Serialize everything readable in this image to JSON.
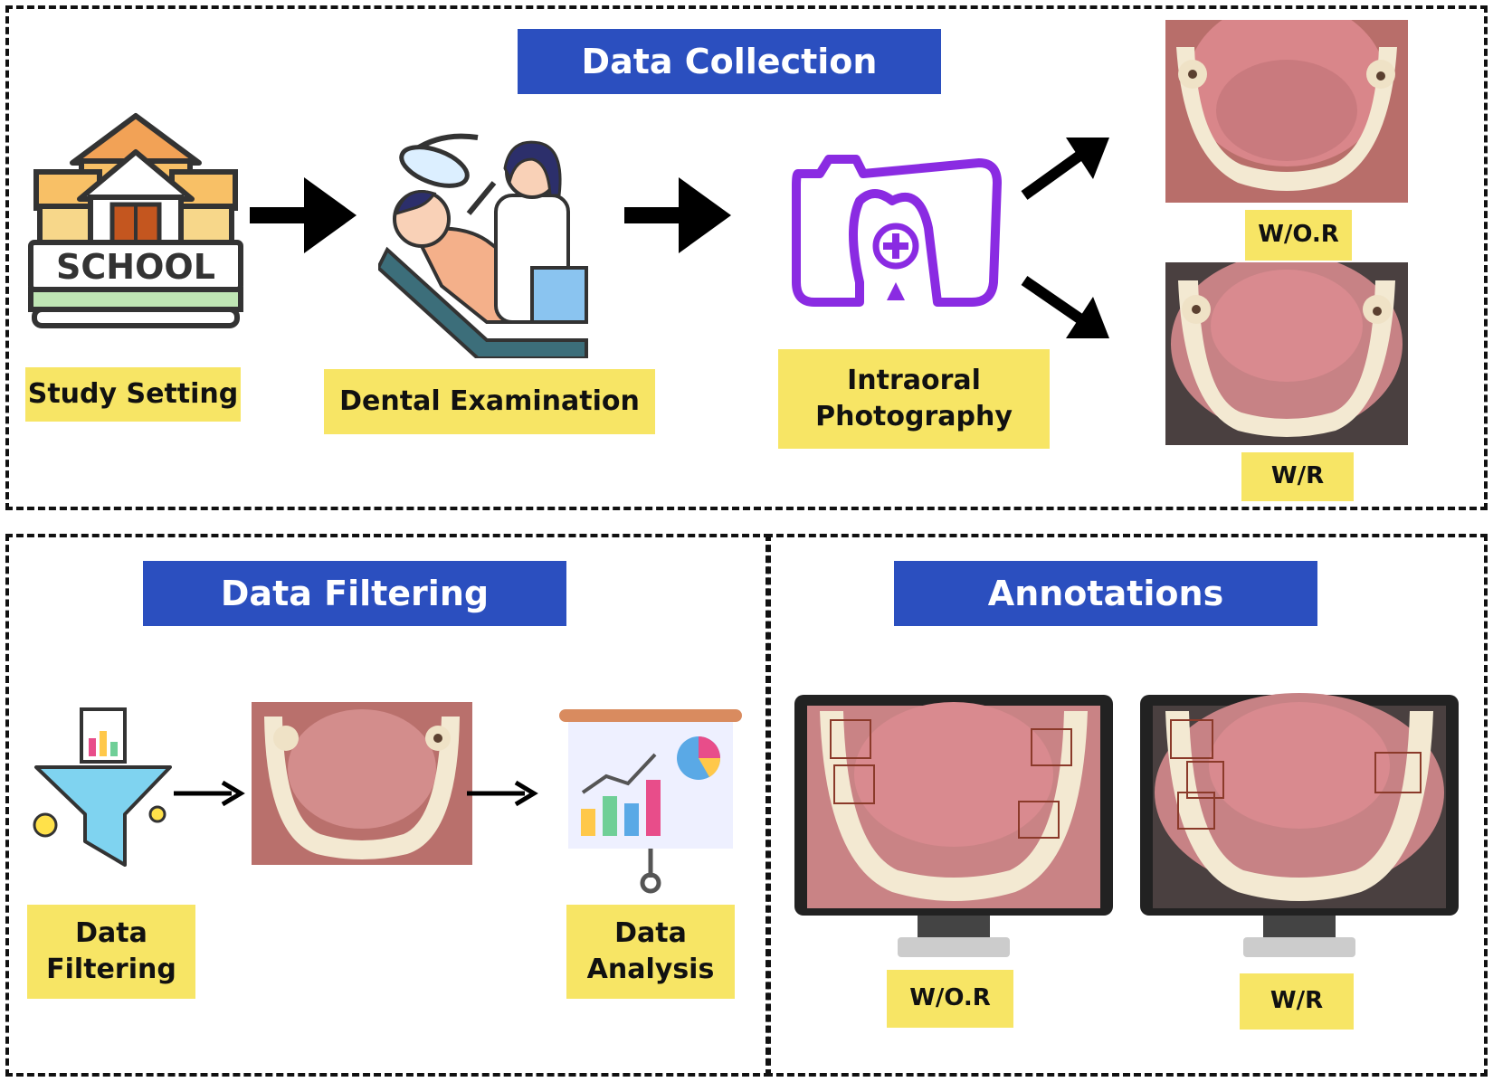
{
  "top_panel": {
    "title": "Data Collection",
    "steps": [
      {
        "label": "Study Setting"
      },
      {
        "label": "Dental Examination"
      },
      {
        "label_line1": "Intraoral",
        "label_line2": "Photography"
      }
    ],
    "photos": [
      {
        "label": "W/O.R"
      },
      {
        "label": "W/R"
      }
    ],
    "school_sign": "SCHOOL"
  },
  "bottom_left_panel": {
    "title": "Data Filtering",
    "filtering_label_line1": "Data",
    "filtering_label_line2": "Filtering",
    "analysis_label_line1": "Data",
    "analysis_label_line2": "Analysis"
  },
  "bottom_right_panel": {
    "title": "Annotations",
    "monitors": [
      {
        "label": "W/O.R"
      },
      {
        "label": "W/R"
      }
    ]
  },
  "colors": {
    "title_blue": "#2b4fbf",
    "label_yellow": "#f7e565",
    "camera_purple": "#8a2be2"
  },
  "icons": [
    "school-icon",
    "dentist-icon",
    "dental-camera-icon",
    "filter-funnel-icon",
    "analytics-board-icon",
    "monitor-icon",
    "arrow-icon"
  ]
}
